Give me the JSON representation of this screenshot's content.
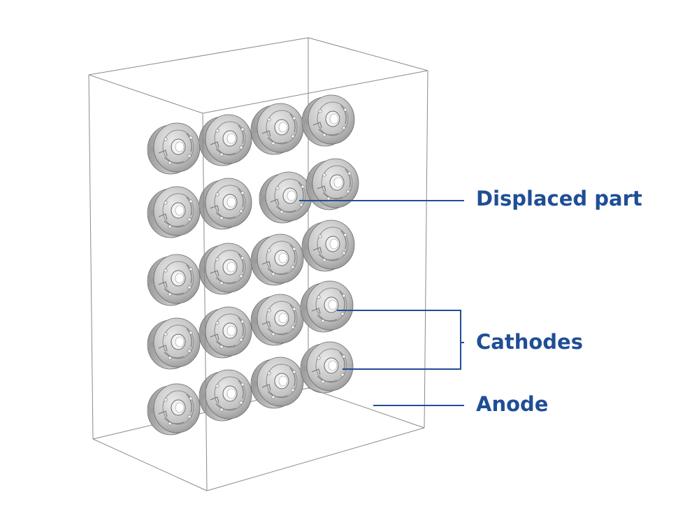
{
  "labels": {
    "displaced_part": "Displaced part",
    "cathodes": "Cathodes",
    "anode": "Anode"
  },
  "colors": {
    "callout": "#1f4e96",
    "box_edge": "#8a8a8a",
    "part_light": "#d9d9d9",
    "part_mid": "#b3b3b3",
    "part_dark": "#7d7d7d"
  }
}
